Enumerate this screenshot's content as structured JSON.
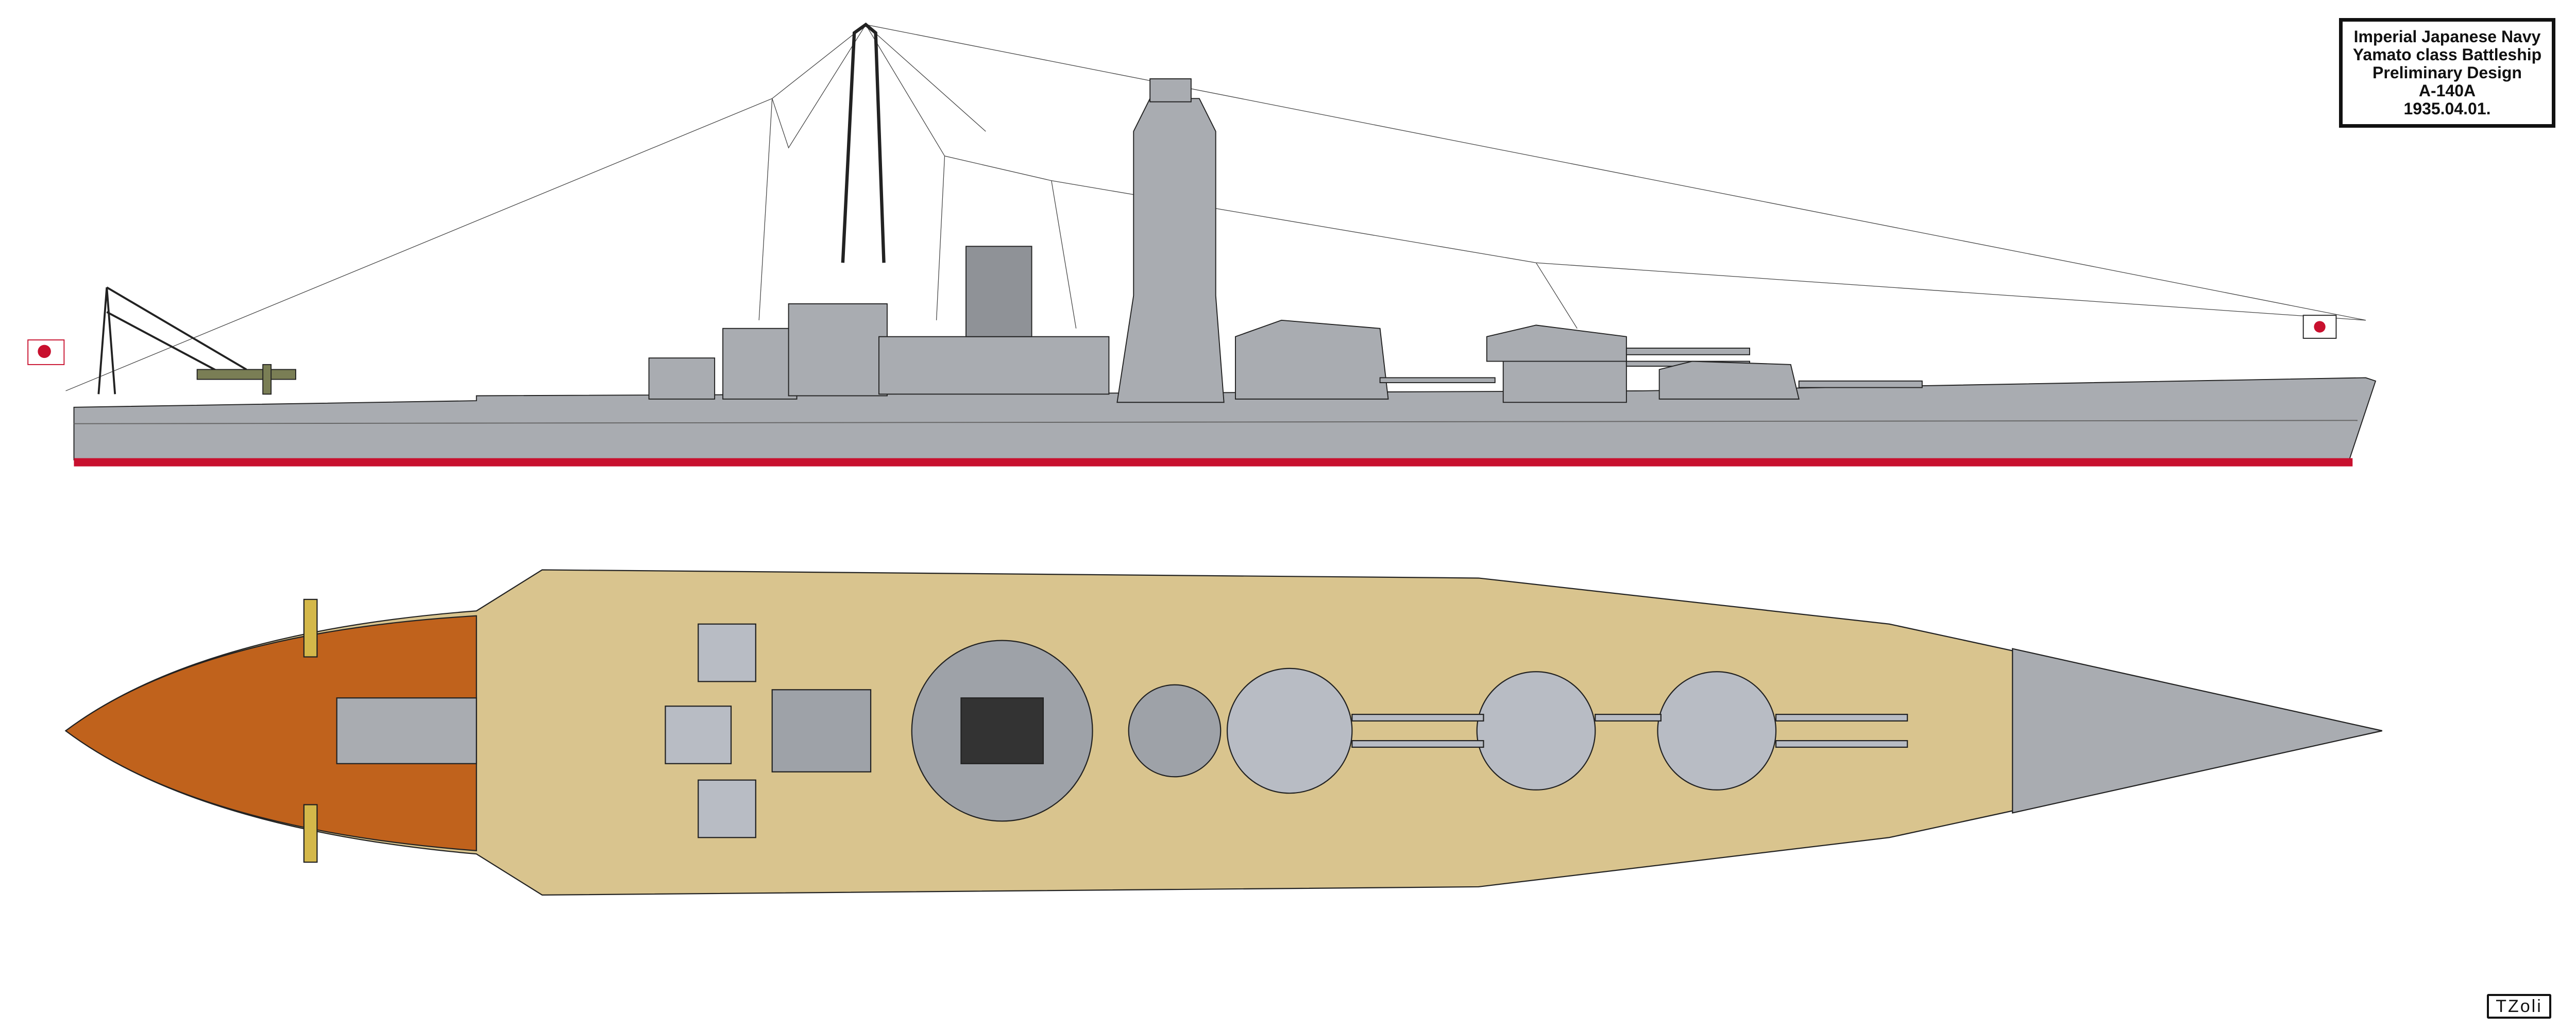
{
  "title_block": {
    "line1": "Imperial Japanese Navy",
    "line2": "Yamato class Battleship",
    "line3": "Preliminary Design",
    "line4": "A-140A",
    "line5": "1935.04.01."
  },
  "signature": "TZoli",
  "colors": {
    "hull_gray": "#a9acb1",
    "deck_wood": "#d9c48e",
    "stern_deck": "#c0621c",
    "boot_top": "#c8102e",
    "outline": "#222222"
  }
}
